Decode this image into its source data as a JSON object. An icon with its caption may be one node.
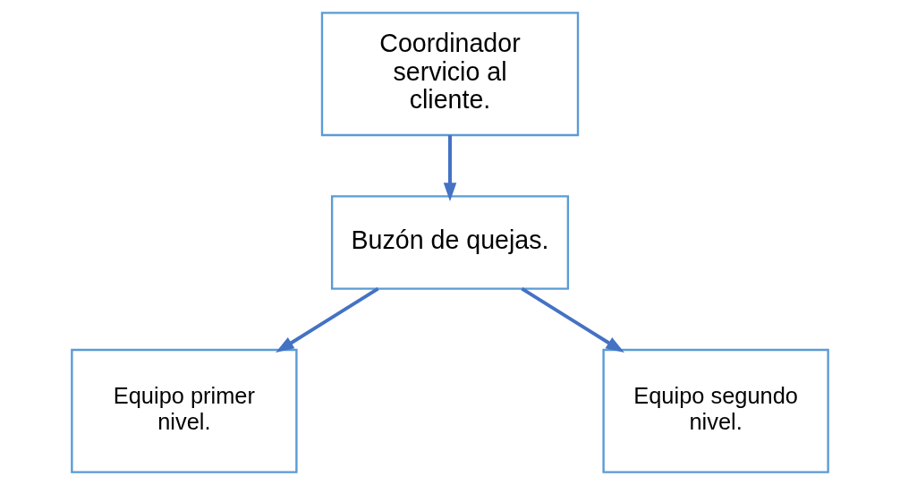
{
  "diagram": {
    "nodes": [
      {
        "text": [
          "Coordinador servicio al cliente."
        ]
      },
      {
        "text": [
          "Buzón de quejas."
        ]
      },
      {
        "text": [
          "Equipo primer nivel."
        ]
      },
      {
        "text": [
          "Equipo segundo nivel."
        ]
      }
    ],
    "edges": [
      {
        "from": 0,
        "to": 1,
        "arrow": "to"
      },
      {
        "from": 1,
        "to": 2,
        "arrow": "to"
      },
      {
        "from": 1,
        "to": 3,
        "arrow": "to"
      }
    ]
  }
}
